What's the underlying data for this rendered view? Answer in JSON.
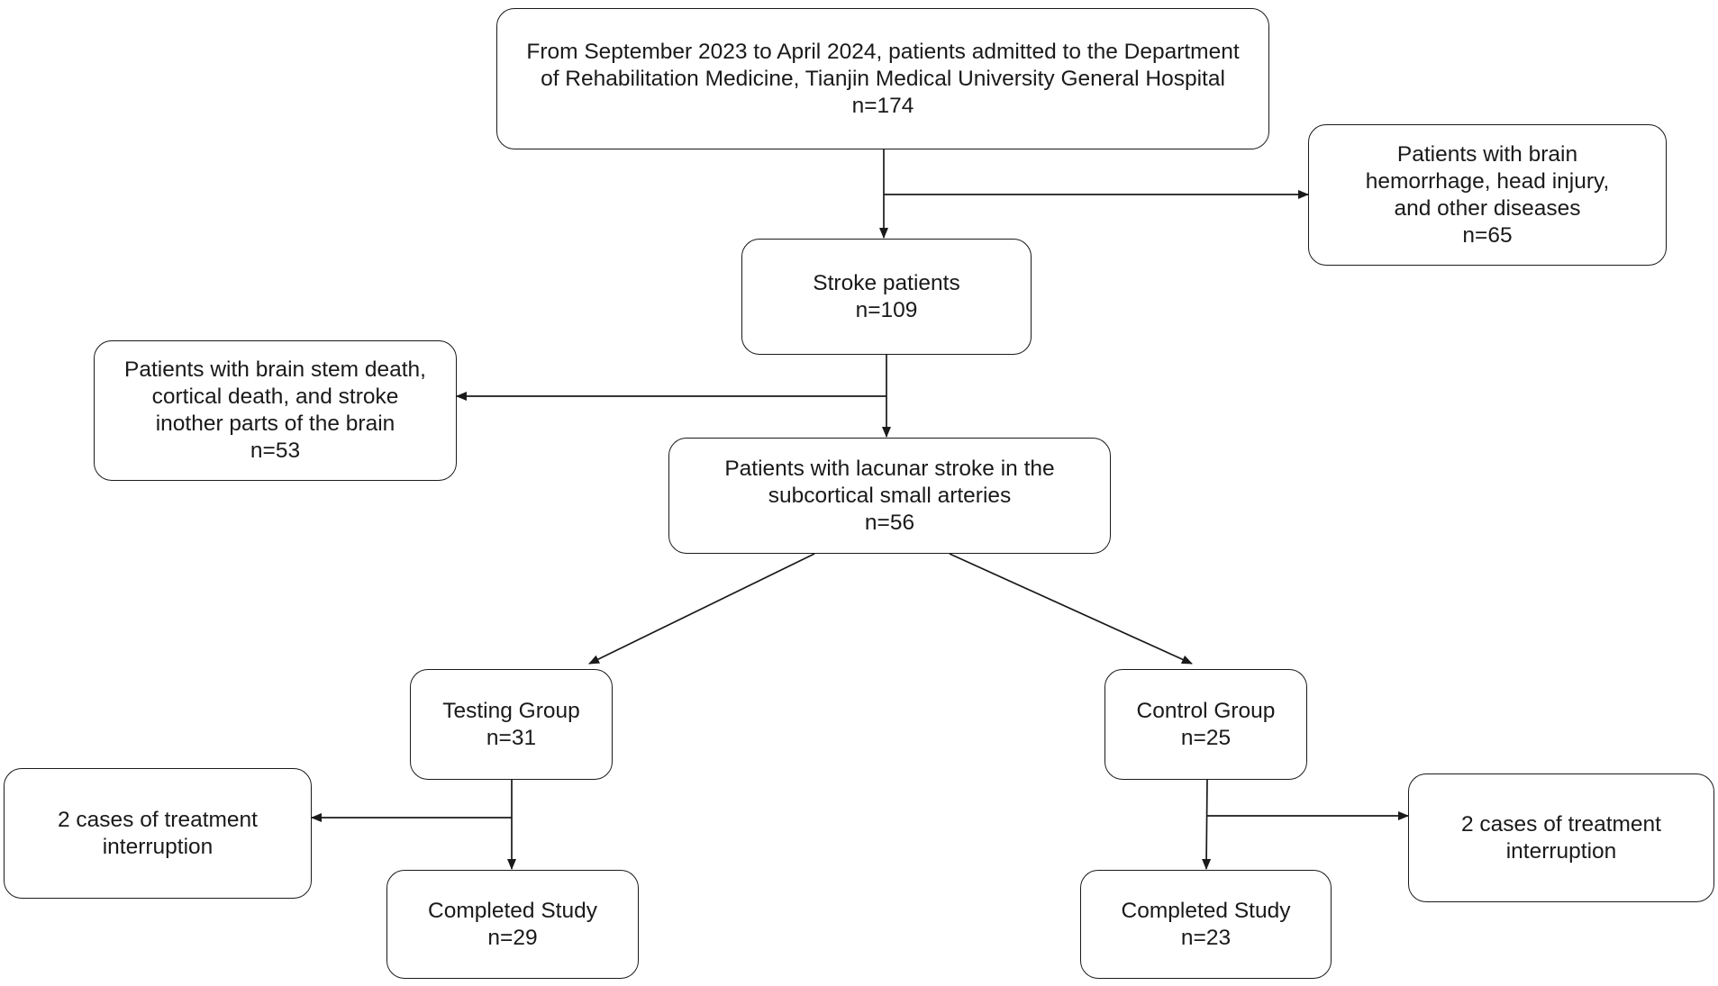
{
  "nodes": {
    "admitted": {
      "lines": [
        "From September 2023 to April 2024, patients admitted to the Department",
        "of Rehabilitation Medicine, Tianjin Medical University General Hospital"
      ],
      "count": "n=174"
    },
    "excluded_other": {
      "lines": [
        "Patients with brain",
        "hemorrhage, head injury,",
        "and other diseases"
      ],
      "count": "n=65"
    },
    "stroke": {
      "lines": [
        "Stroke patients"
      ],
      "count": "n=109"
    },
    "excluded_brainstem": {
      "lines": [
        "Patients with brain stem death,",
        "cortical death, and stroke",
        "inother parts of the brain"
      ],
      "count": "n=53"
    },
    "lacunar": {
      "lines": [
        "Patients with lacunar stroke in the",
        "subcortical small arteries"
      ],
      "count": "n=56"
    },
    "testing": {
      "lines": [
        "Testing Group"
      ],
      "count": "n=31"
    },
    "control": {
      "lines": [
        "Control Group"
      ],
      "count": "n=25"
    },
    "testing_dropout": {
      "lines": [
        "2 cases of treatment",
        "interruption"
      ],
      "count": ""
    },
    "testing_completed": {
      "lines": [
        "Completed Study"
      ],
      "count": "n=29"
    },
    "control_dropout": {
      "lines": [
        "2 cases of treatment",
        "interruption"
      ],
      "count": ""
    },
    "control_completed": {
      "lines": [
        "Completed Study"
      ],
      "count": "n=23"
    }
  }
}
